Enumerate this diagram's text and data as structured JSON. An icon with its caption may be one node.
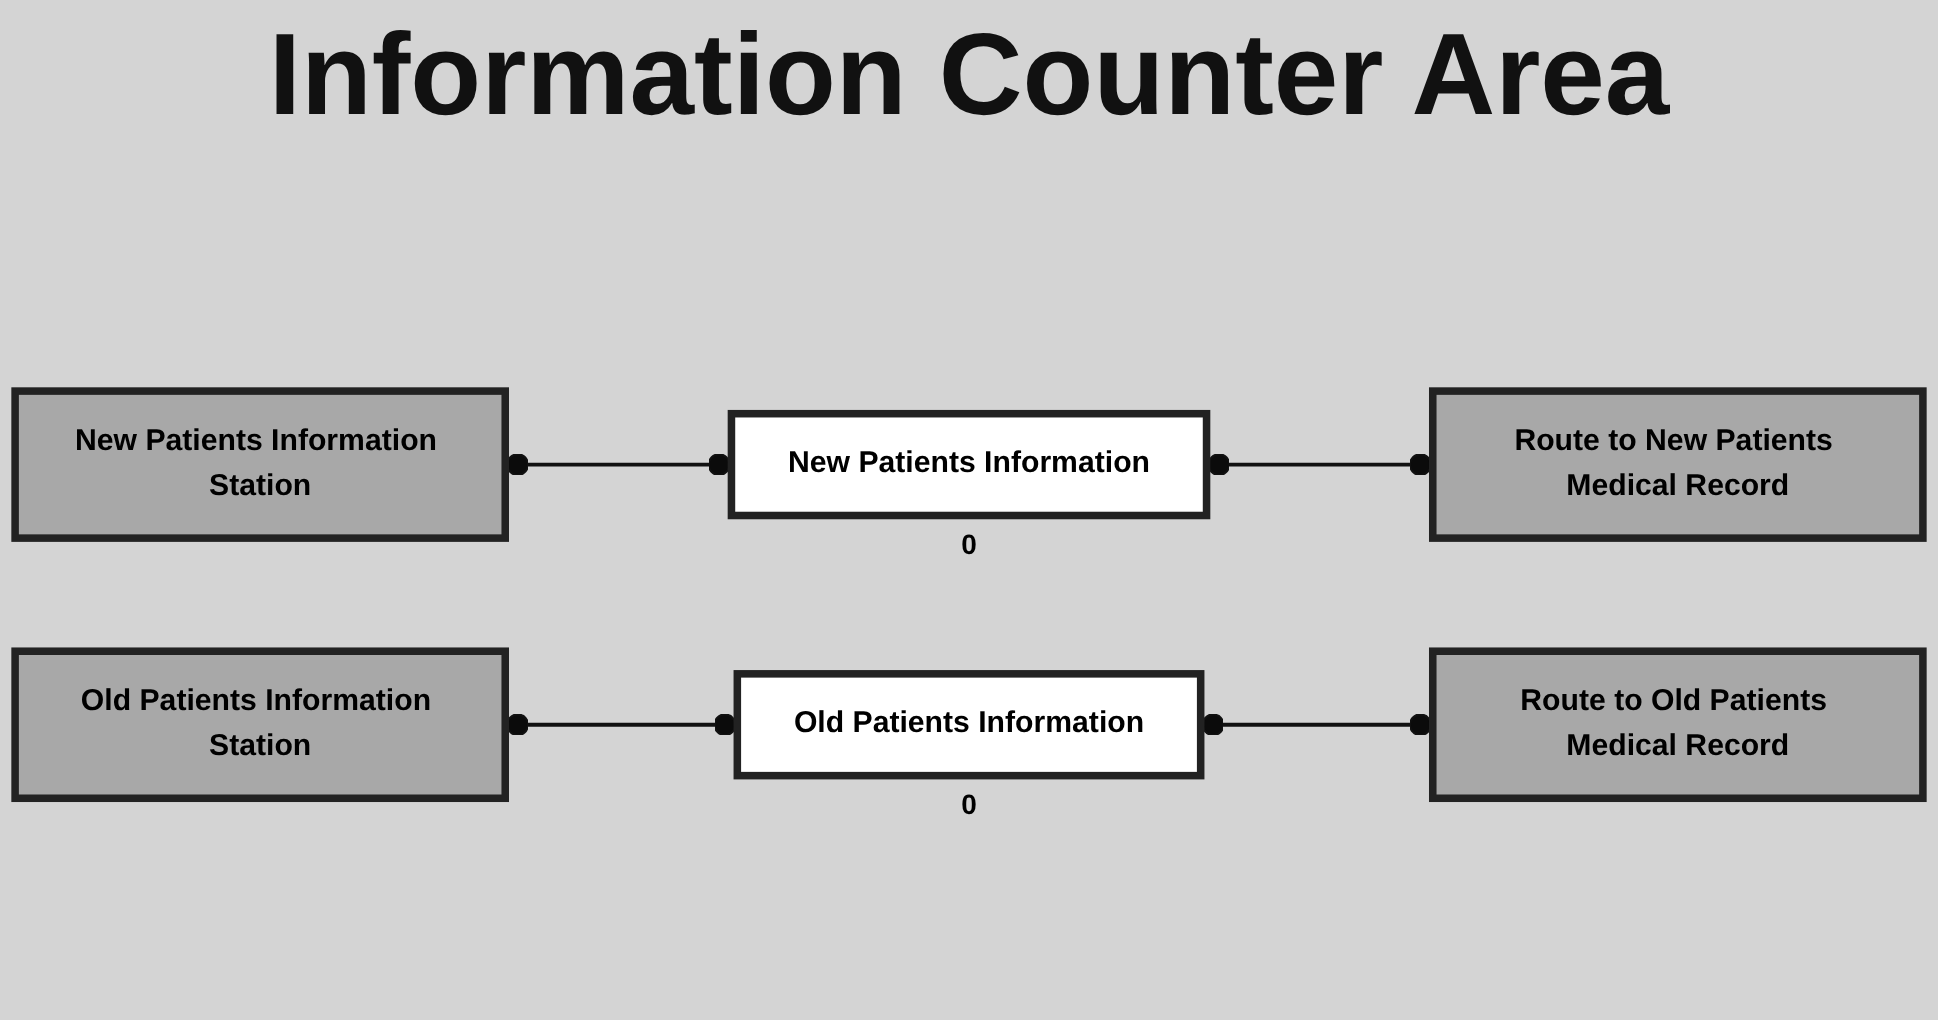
{
  "diagram": {
    "title": "Information Counter Area",
    "nodes": [
      {
        "text": [
          "New Patients Information Station"
        ]
      },
      {
        "text": [
          "New Patients Information"
        ],
        "beside": [
          "0"
        ]
      },
      {
        "text": [
          "Route to New Patients Medical Record"
        ]
      },
      {
        "text": [
          "Old Patients Information Station"
        ]
      },
      {
        "text": [
          "Old Patients Information"
        ],
        "beside": [
          "0"
        ]
      },
      {
        "text": [
          "Route to Old Patients Medical Record"
        ]
      }
    ],
    "edges": [
      {
        "from": 0,
        "to": 1,
        "arrow": "other"
      },
      {
        "from": 1,
        "to": 2,
        "arrow": "other"
      },
      {
        "from": 3,
        "to": 4,
        "arrow": "other"
      },
      {
        "from": 4,
        "to": 5,
        "arrow": "other"
      }
    ]
  }
}
